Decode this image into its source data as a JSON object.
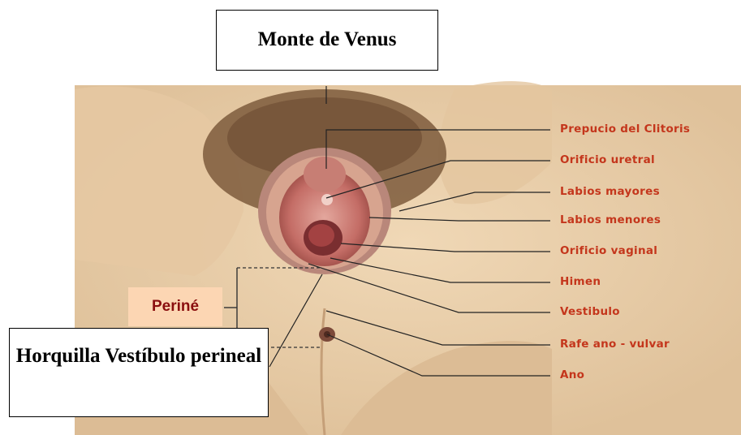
{
  "title_box": "Monte de Venus",
  "bottom_box": "Horquilla Vestíbulo perineal",
  "perine_label": "Periné",
  "labels": [
    "Prepucio del Clitoris",
    "Orificio uretral",
    "Labios mayores",
    "Labios menores",
    "Orificio vaginal",
    "Himen",
    "Vestibulo",
    "Rafe ano - vulvar",
    "Ano"
  ],
  "colors": {
    "label_text": "#c4361c",
    "skin": "#ecd2ae",
    "perine_box_fill": "#fcd6b3",
    "perine_text": "#8a0e0e"
  }
}
